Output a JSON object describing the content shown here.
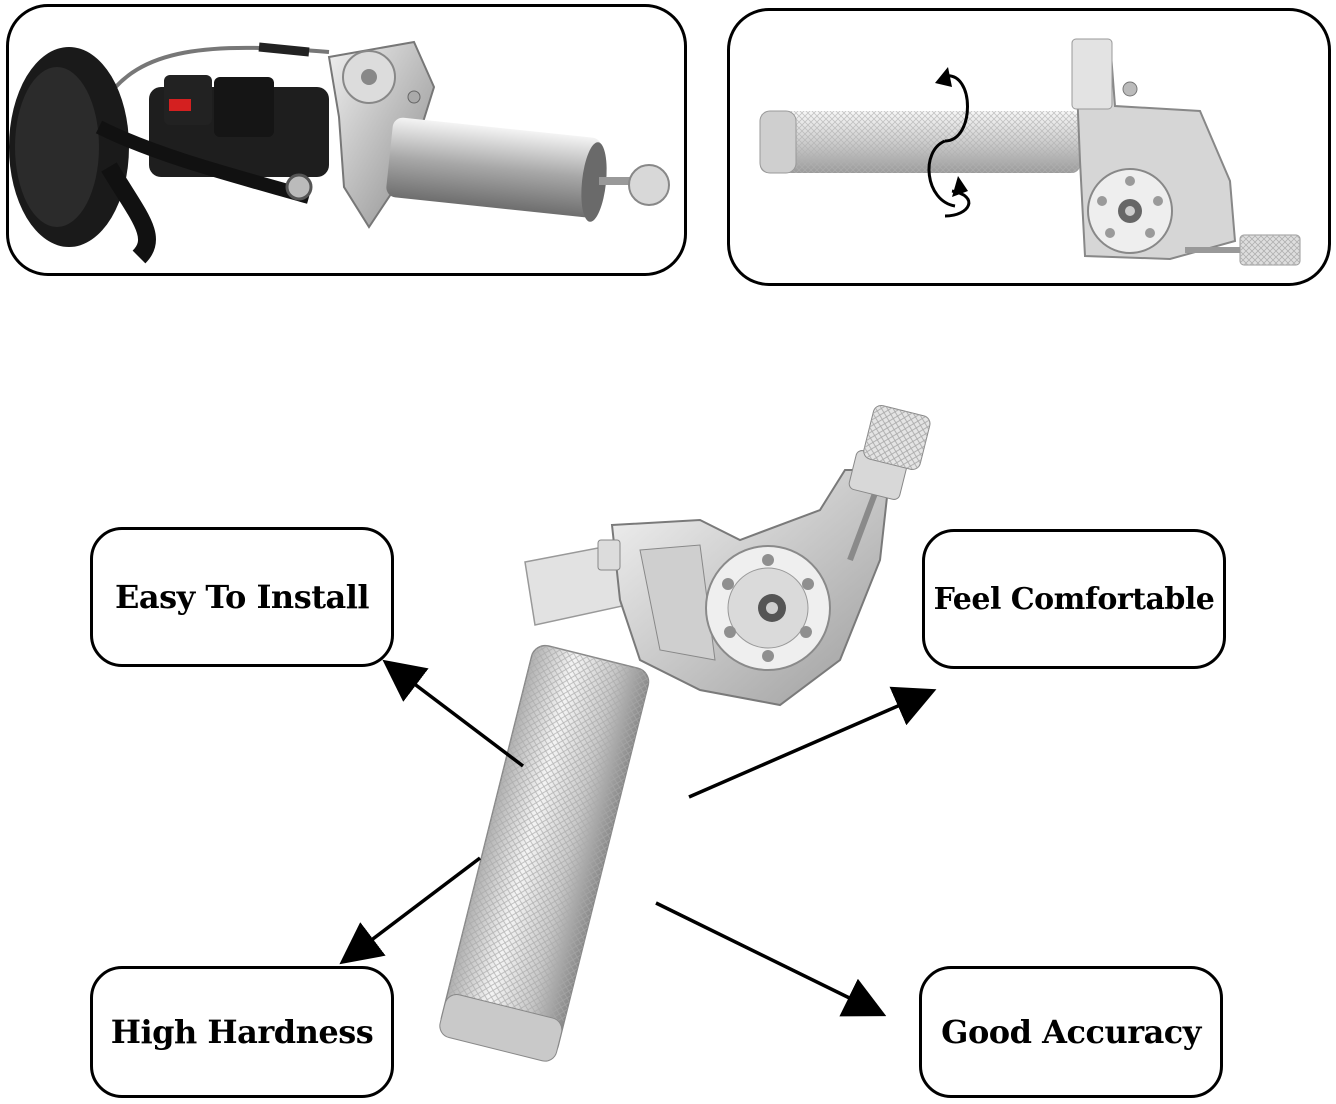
{
  "features": {
    "easy_install": "Easy To Install",
    "feel_comfortable": "Feel Comfortable",
    "high_hardness": "High Hardness",
    "good_accuracy": "Good Accuracy"
  },
  "colors": {
    "border": "#000000",
    "metal_light": "#e6e6e6",
    "metal_mid": "#b8b8b8",
    "metal_dark": "#7a7a7a",
    "black_part": "#1a1a1a",
    "red_accent": "#d42020"
  },
  "icons": [
    "rotate-arrows-icon",
    "arrow-icon"
  ]
}
